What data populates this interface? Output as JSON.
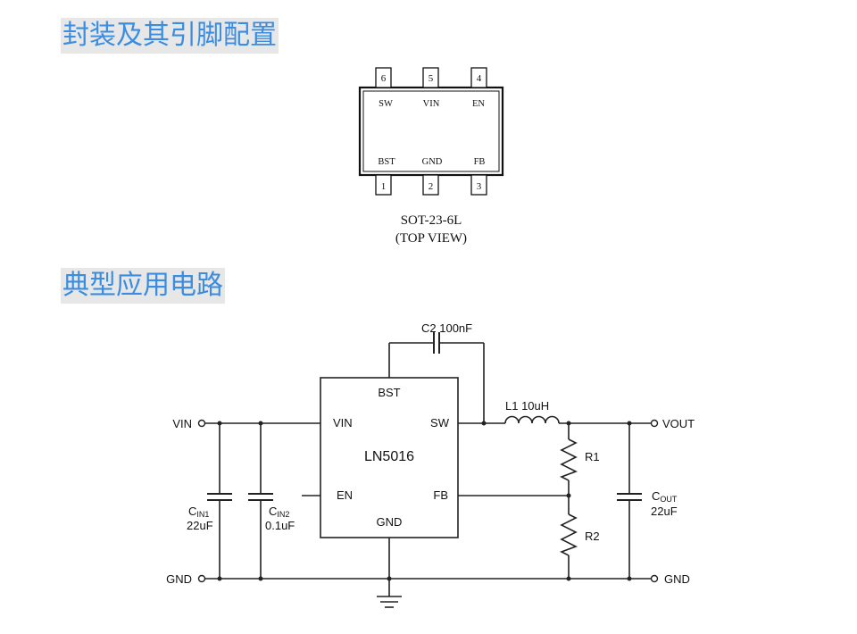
{
  "sections": {
    "package_title": "封装及其引脚配置",
    "circuit_title": "典型应用电路"
  },
  "package": {
    "name": "SOT-23-6L",
    "view": "(TOP VIEW)",
    "top_pins": [
      {
        "num": "6",
        "label": "SW"
      },
      {
        "num": "5",
        "label": "VIN"
      },
      {
        "num": "4",
        "label": "EN"
      }
    ],
    "bottom_pins": [
      {
        "num": "1",
        "label": "BST"
      },
      {
        "num": "2",
        "label": "GND"
      },
      {
        "num": "3",
        "label": "FB"
      }
    ]
  },
  "schematic": {
    "ic_name": "LN5016",
    "ic_pins": {
      "bst": "BST",
      "vin": "VIN",
      "sw": "SW",
      "en": "EN",
      "fb": "FB",
      "gnd": "GND"
    },
    "nets": {
      "vin": "VIN",
      "vout": "VOUT",
      "gnd_left": "GND",
      "gnd_right": "GND"
    },
    "c2": "C2 100nF",
    "l1": "L1 10uH",
    "r1": "R1",
    "r2": "R2",
    "cin1": {
      "base": "C",
      "sub": "IN1",
      "value": "22uF"
    },
    "cin2": {
      "base": "C",
      "sub": "IN2",
      "value": "0.1uF"
    },
    "cout": {
      "base": "C",
      "sub": "OUT",
      "value": "22uF"
    }
  }
}
